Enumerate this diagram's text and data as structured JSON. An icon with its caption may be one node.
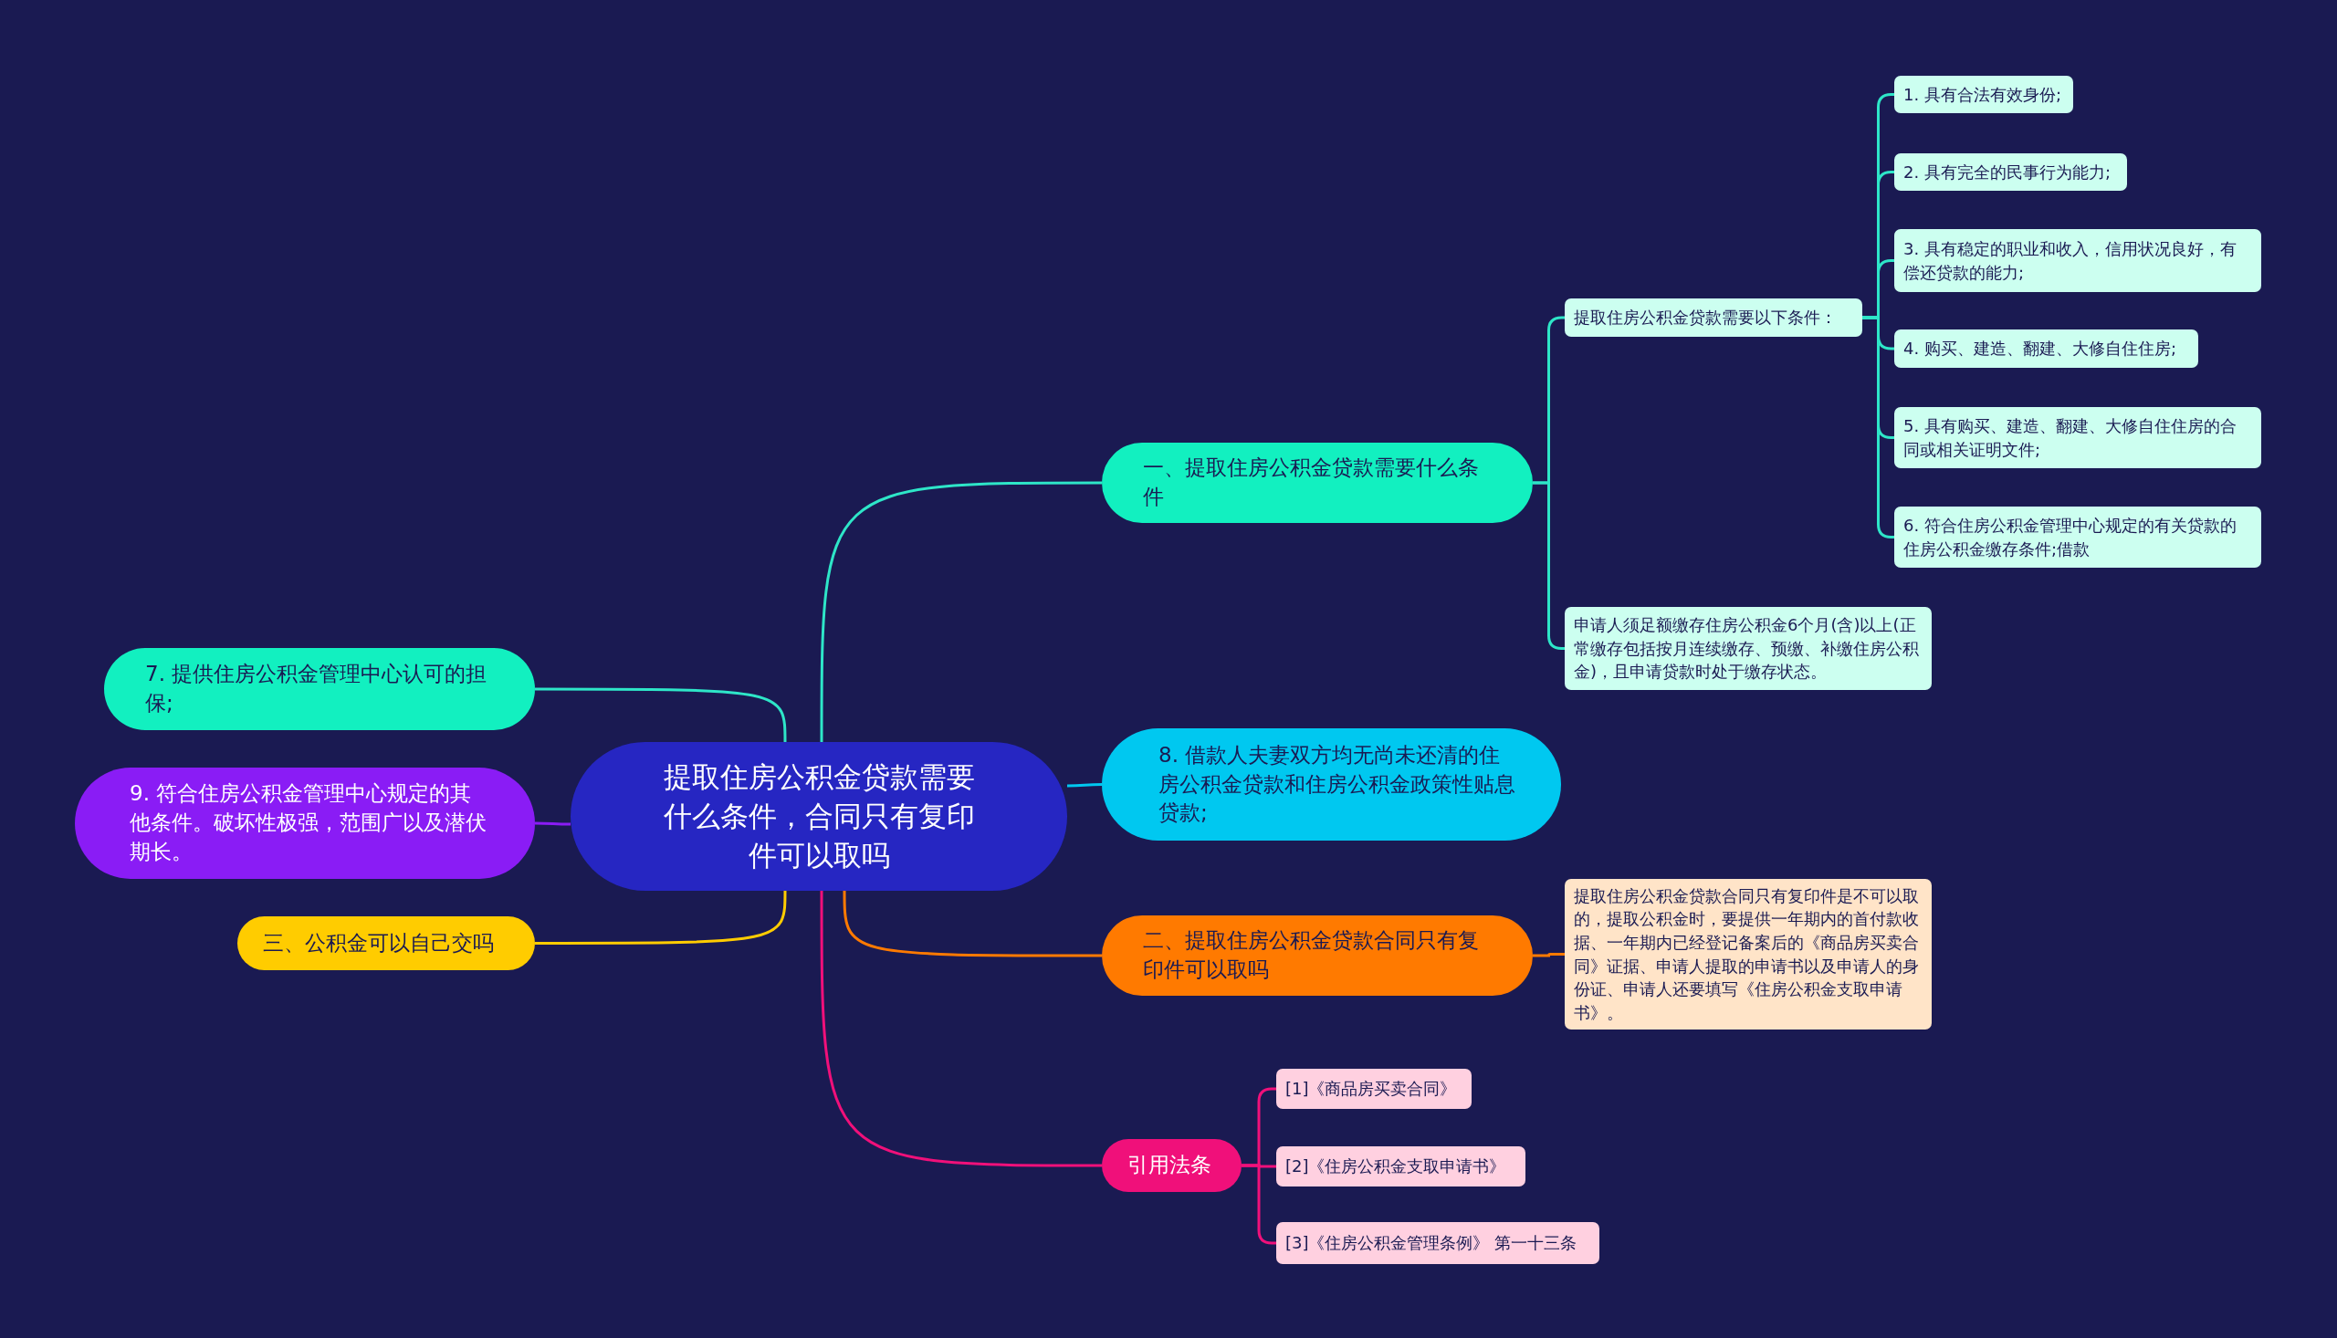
{
  "diagram": {
    "nodes": [
      {
        "text": [
          "提取住房公积金贷款需要什么条件，合同只有复印件可以取吗"
        ]
      },
      {
        "text": [
          "一、提取住房公积金贷款需要什么条件"
        ]
      },
      {
        "text": [
          "提取住房公积金贷款需要以下条件："
        ]
      },
      {
        "text": [
          "1. 具有合法有效身份;"
        ]
      },
      {
        "text": [
          "2. 具有完全的民事行为能力;"
        ]
      },
      {
        "text": [
          "3. 具有稳定的职业和收入，信用状况良好，有偿还贷款的能力;"
        ]
      },
      {
        "text": [
          "4. 购买、建造、翻建、大修自住住房;"
        ]
      },
      {
        "text": [
          "5. 具有购买、建造、翻建、大修自住住房的合同或相关证明文件;"
        ]
      },
      {
        "text": [
          "6. 符合住房公积金管理中心规定的有关贷款的住房公积金缴存条件;借款"
        ]
      },
      {
        "text": [
          "申请人须足额缴存住房公积金6个月(含)以上(正常缴存包括按月连续缴存、预缴、补缴住房公积金)，且申请贷款时处于缴存状态。"
        ]
      },
      {
        "text": [
          "8. 借款人夫妻双方均无尚未还清的住房公积金贷款和住房公积金政策性贴息贷款;"
        ]
      },
      {
        "text": [
          "二、提取住房公积金贷款合同只有复印件可以取吗"
        ]
      },
      {
        "text": [
          "提取住房公积金贷款合同只有复印件是不可以取的，提取公积金时，要提供一年期内的首付款收据、一年期内已经登记备案后的《商品房买卖合同》证据、申请人提取的申请书以及申请人的身份证、申请人还要填写《住房公积金支取申请书》。"
        ]
      },
      {
        "text": [
          "引用法条"
        ]
      },
      {
        "text": [
          "[1]《商品房买卖合同》"
        ]
      },
      {
        "text": [
          "[2]《住房公积金支取申请书》"
        ]
      },
      {
        "text": [
          "[3]《住房公积金管理条例》 第一十三条"
        ]
      },
      {
        "text": [
          "7. 提供住房公积金管理中心认可的担保;"
        ]
      },
      {
        "text": [
          "9. 符合住房公积金管理中心规定的其他条件。破坏性极强，范围广以及潜伏期长。"
        ]
      },
      {
        "text": [
          "三、公积金可以自己交吗"
        ]
      }
    ],
    "edges": [
      {
        "from": 0,
        "to": 1,
        "arrow": "none"
      },
      {
        "from": 0,
        "to": 10,
        "arrow": "none",
        "color": "#00c8f0"
      },
      {
        "from": 0,
        "to": 11,
        "arrow": "none",
        "color": "#ff7a00"
      },
      {
        "from": 0,
        "to": 13,
        "arrow": "none",
        "color": "#f0107a"
      },
      {
        "from": 0,
        "to": 17,
        "arrow": "none"
      },
      {
        "from": 0,
        "to": 18,
        "arrow": "none",
        "color": "#8a1cf5"
      },
      {
        "from": 0,
        "to": 19,
        "arrow": "none",
        "color": "#ffcc00"
      },
      {
        "from": 1,
        "to": 2,
        "arrow": "none"
      },
      {
        "from": 1,
        "to": 9,
        "arrow": "none"
      },
      {
        "from": 2,
        "to": 3,
        "arrow": "none"
      },
      {
        "from": 2,
        "to": 4,
        "arrow": "none"
      },
      {
        "from": 2,
        "to": 5,
        "arrow": "none"
      },
      {
        "from": 2,
        "to": 6,
        "arrow": "none"
      },
      {
        "from": 2,
        "to": 7,
        "arrow": "none"
      },
      {
        "from": 2,
        "to": 8,
        "arrow": "none"
      },
      {
        "from": 11,
        "to": 12,
        "arrow": "none",
        "color": "#ff7a00"
      },
      {
        "from": 13,
        "to": 14,
        "arrow": "none",
        "color": "#f0107a"
      },
      {
        "from": 13,
        "to": 15,
        "arrow": "none",
        "color": "#f0107a"
      },
      {
        "from": 13,
        "to": 16,
        "arrow": "none",
        "color": "#f0107a"
      }
    ]
  }
}
